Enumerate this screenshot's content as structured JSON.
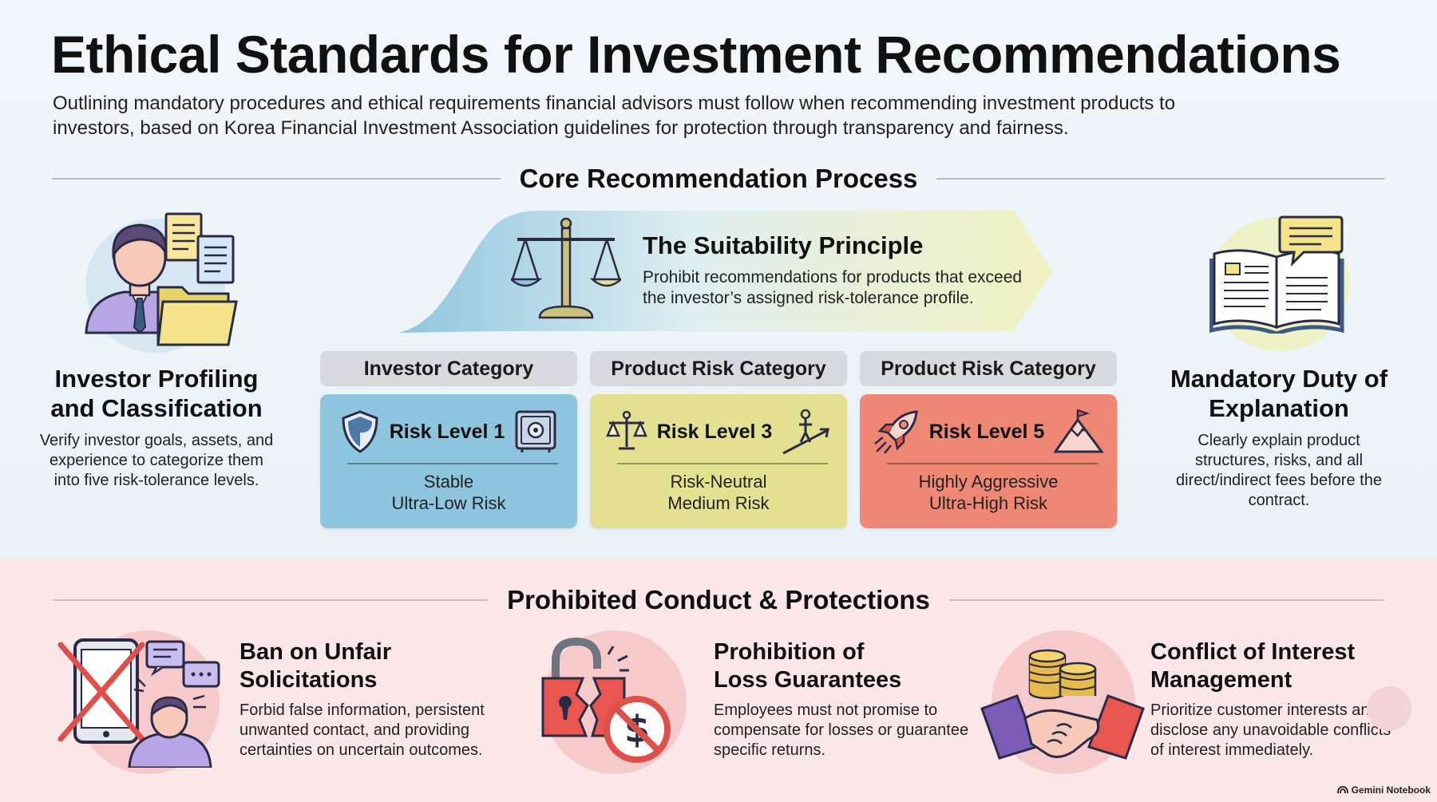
{
  "title": "Ethical Standards for Investment Recommendations",
  "subtitle": "Outlining mandatory procedures and ethical requirements financial advisors must follow when recommending investment products to investors, based on Korea Financial Investment Association guidelines for protection through transparency and fairness.",
  "core_section": {
    "heading": "Core Recommendation Process",
    "profiling": {
      "title": "Investor Profiling and Classification",
      "text": "Verify investor goals, assets, and experience to categorize them into five risk-tolerance levels."
    },
    "suitability": {
      "title": "The Suitability Principle",
      "text": "Prohibit recommendations for products that exceed the investor’s assigned risk-tolerance profile."
    },
    "columns": [
      {
        "header": "Investor Category",
        "level": "Risk Level 1",
        "desc1": "Stable",
        "desc2": "Ultra-Low Risk",
        "color": "#8ec5de"
      },
      {
        "header": "Product Risk Category",
        "level": "Risk Level 3",
        "desc1": "Risk-Neutral",
        "desc2": "Medium Risk",
        "color": "#e3e18f"
      },
      {
        "header": "Product Risk Category",
        "level": "Risk Level 5",
        "desc1": "Highly Aggressive",
        "desc2": "Ultra-High Risk",
        "color": "#ef8775"
      }
    ],
    "explanation": {
      "title": "Mandatory Duty of Explanation",
      "text": "Clearly explain product structures, risks, and all direct/indirect fees before the contract."
    }
  },
  "prohibited_section": {
    "heading": "Prohibited Conduct & Protections",
    "items": [
      {
        "title_line1": "Ban on Unfair",
        "title_line2": "Solicitations",
        "text": "Forbid false information, persistent unwanted contact, and providing certainties on uncertain outcomes."
      },
      {
        "title_line1": "Prohibition of",
        "title_line2": "Loss Guarantees",
        "text": "Employees must not promise to compensate for losses or guarantee specific returns."
      },
      {
        "title_line1": "Conflict of Interest",
        "title_line2": "Management",
        "text": "Prioritize customer interests and disclose any unavoidable conflicts of interest immediately."
      }
    ]
  },
  "brand": "Gemini Notebook"
}
